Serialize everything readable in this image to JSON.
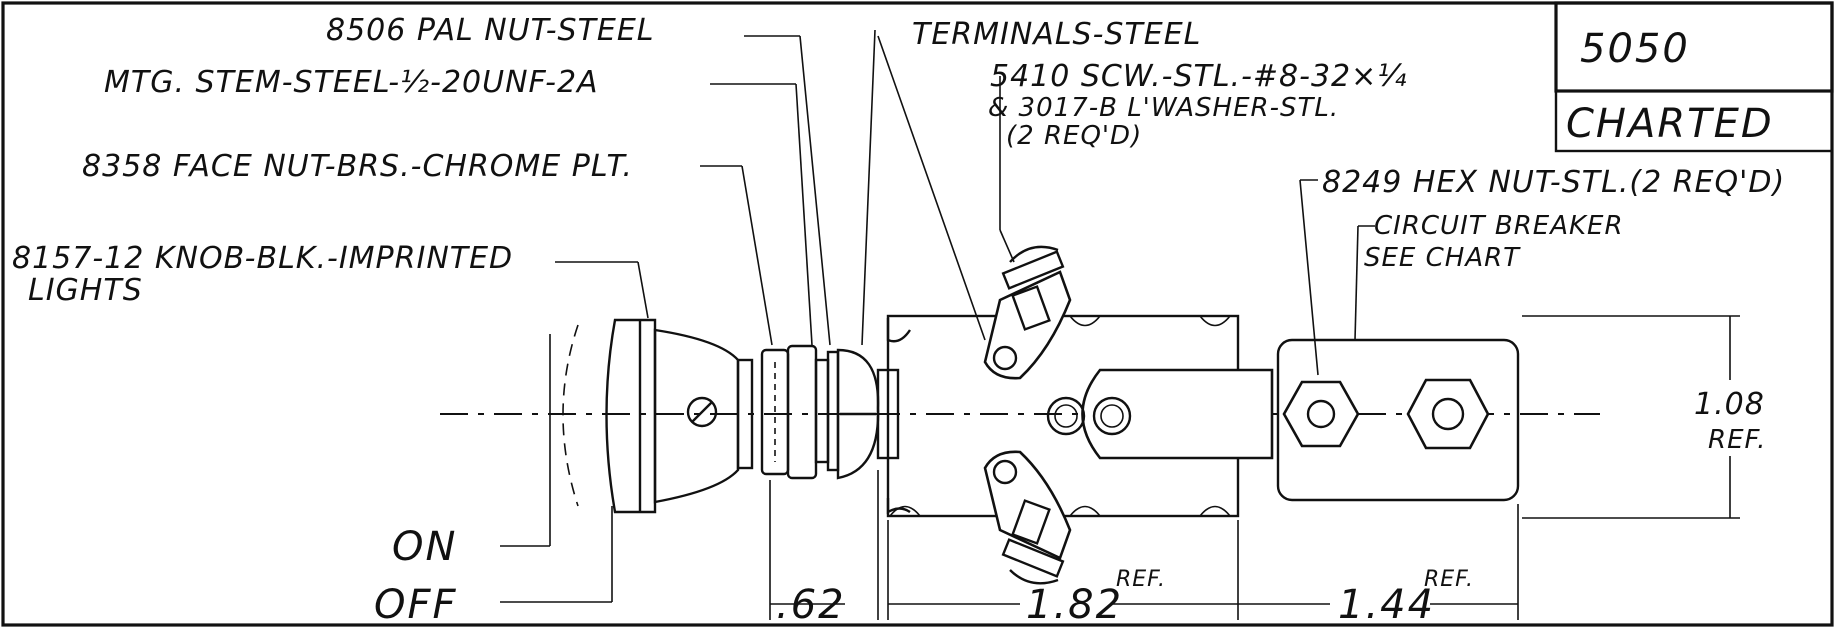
{
  "title_block": {
    "number": "5050",
    "status": "CHARTED"
  },
  "callouts": {
    "pal_nut": "8506 PAL NUT-STEEL",
    "terminals": "TERMINALS-STEEL",
    "mtg_stem": "MTG. STEM-STEEL-½-20UNF-2A",
    "screw_line1": "5410 SCW.-STL.-#8-32×¼",
    "screw_line2": "& 3017-B L'WASHER-STL.",
    "screw_line3": "(2 REQ'D)",
    "face_nut": "8358 FACE NUT-BRS.-CHROME PLT.",
    "hex_nut": "8249 HEX NUT-STL.(2 REQ'D)",
    "breaker_line1": "CIRCUIT BREAKER",
    "breaker_line2": "SEE CHART",
    "knob_line1": "8157-12 KNOB-BLK.-IMPRINTED",
    "knob_line2": "LIGHTS",
    "on": "ON",
    "off": "OFF"
  },
  "dimensions": {
    "stem_length": ".62",
    "body_length": "1.82",
    "body_ref": "REF.",
    "breaker_length": "1.44",
    "breaker_ref": "REF.",
    "height": "1.08",
    "height_ref": "REF."
  }
}
